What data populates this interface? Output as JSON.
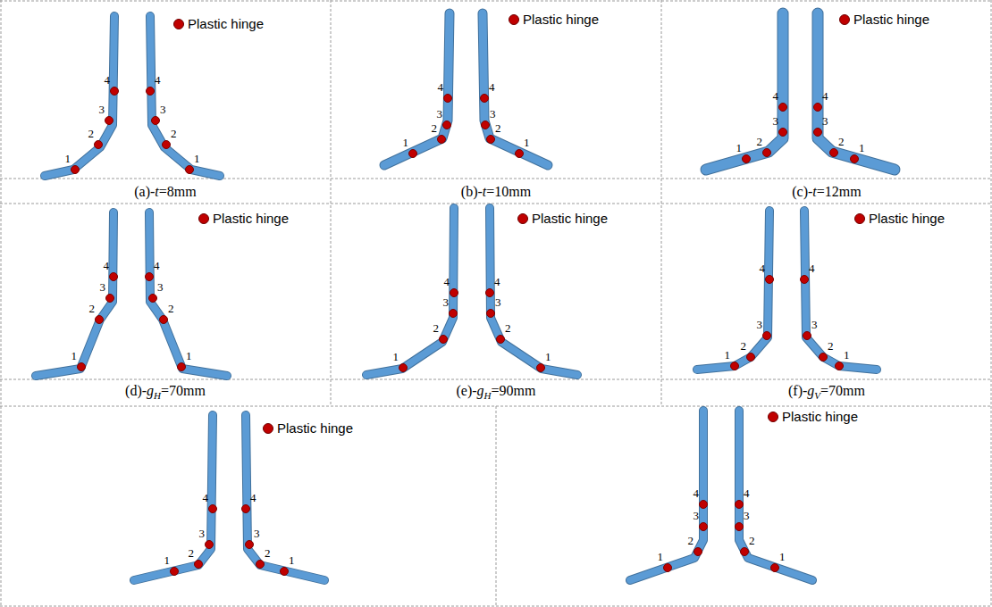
{
  "diagram": {
    "labels": [
      "4",
      "3",
      "2",
      "1",
      "4",
      "3",
      "2",
      "1",
      "(a)-t=8mm",
      "4",
      "3",
      "2",
      "1",
      "4",
      "3",
      "2",
      "1",
      "(b)-t=10mm",
      "4",
      "3",
      "2",
      "1",
      "4",
      "3",
      "2",
      "1",
      "(c)-t=12mm",
      "4",
      "3",
      "2",
      "1",
      "4",
      "3",
      "2",
      "1",
      "(d)-gH=70mm",
      "4",
      "3",
      "2",
      "1",
      "4",
      "3",
      "2",
      "1",
      "(e)-gH=90mm",
      "4",
      "3",
      "2",
      "1",
      "4",
      "3",
      "2",
      "1",
      "(f)-gV=70mm",
      "4",
      "3",
      "2",
      "1",
      "4",
      "3",
      "2",
      "1",
      "4",
      "3",
      "2",
      "1",
      "4",
      "3",
      "2",
      "1"
    ],
    "legend": [
      {
        "text": "Plastic hinge",
        "color": "#c00000"
      },
      {
        "text": "Plastic hinge",
        "color": "#c00000"
      },
      {
        "text": "Plastic hinge",
        "color": "#c00000"
      },
      {
        "text": "Plastic hinge",
        "color": "#c00000"
      },
      {
        "text": "Plastic hinge",
        "color": "#c00000"
      },
      {
        "text": "Plastic hinge",
        "color": "#c00000"
      },
      {
        "text": "Plastic hinge",
        "color": "#c00000"
      },
      {
        "text": "Plastic hinge",
        "color": "#c00000"
      }
    ]
  }
}
